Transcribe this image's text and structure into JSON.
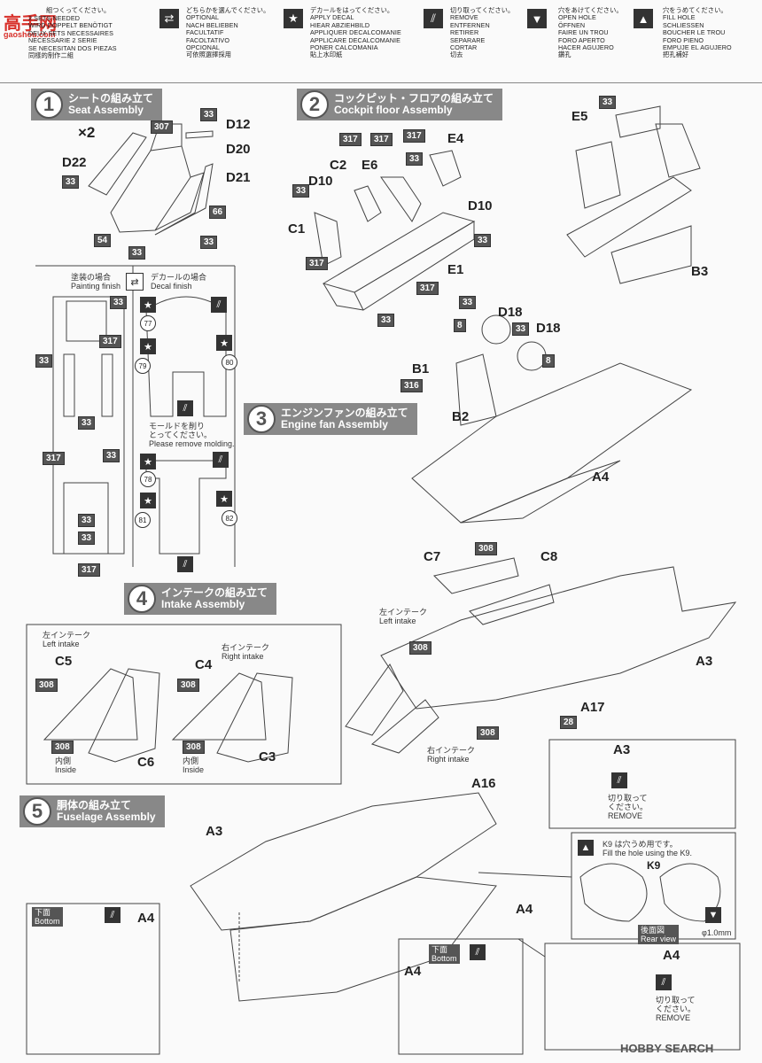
{
  "legend": {
    "sets": "2 SETS NEEDED\nWIRD DOPPELT BENÖTIGT\nDEUX SETS NECESSAIRES\nNECESSARIE 2 SERIE\nSE NECESITAN DOS PIEZAS\n同樣的制作二組",
    "sets_jp": "組つくってください。",
    "optional": "どちらかを選んでください。\nOPTIONAL\nNACH BELIEBEN\nFACULTATIF\nFACOLTATIVO\nOPCIONAL\n可依照選擇採用",
    "decal": "デカールをはってください。\nAPPLY DECAL\nHIEAR ABZIEHBILD\nAPPLIQUER DECALCOMANIE\nAPPLICARE DECALCOMANIE\nPONER CALCOMANIA\n貼上水印紙",
    "remove": "切り取ってください。\nREMOVE\nENTFERNEN\nRETIRER\nSEPARARE\nCORTAR\n切去",
    "open": "穴をあけてください。\nOPEN HOLE\nÖFFNEN\nFAIRE UN TROU\nFORO APERTO\nHACER AGUJERO\n鑽孔",
    "fill": "穴をうめてください。\nFILL HOLE\nSCHLIESSEN\nBOUCHER LE TROU\nFORO PIENO\nEMPUJE EL AGUJERO\n把孔補好"
  },
  "steps": {
    "s1": {
      "num": "1",
      "jp": "シートの組み立て",
      "en": "Seat Assembly"
    },
    "s2": {
      "num": "2",
      "jp": "コックピット・フロアの組み立て",
      "en": "Cockpit floor Assembly"
    },
    "s3": {
      "num": "3",
      "jp": "エンジンファンの組み立て",
      "en": "Engine fan Assembly"
    },
    "s4": {
      "num": "4",
      "jp": "インテークの組み立て",
      "en": "Intake Assembly"
    },
    "s5": {
      "num": "5",
      "jp": "胴体の組み立て",
      "en": "Fuselage Assembly"
    }
  },
  "parts": {
    "x2": "×2",
    "D12": "D12",
    "D20": "D20",
    "D21": "D21",
    "D22": "D22",
    "C1": "C1",
    "C2": "C2",
    "D10a": "D10",
    "D10b": "D10",
    "E6": "E6",
    "E4": "E4",
    "E1": "E1",
    "E5": "E5",
    "B3": "B3",
    "D18a": "D18",
    "D18b": "D18",
    "B1": "B1",
    "B2": "B2",
    "A4a": "A4",
    "C7": "C7",
    "C8": "C8",
    "A3a": "A3",
    "A17": "A17",
    "C5": "C5",
    "C4": "C4",
    "C6": "C6",
    "C3": "C3",
    "A16": "A16",
    "A3b": "A3",
    "A4b": "A4",
    "A4c": "A4",
    "A4d": "A4",
    "A3c": "A3",
    "A4e": "A4",
    "K9": "K9"
  },
  "colors": {
    "c33": "33",
    "c307": "307",
    "c66": "66",
    "c54": "54",
    "c317": "317",
    "c316": "316",
    "c8": "8",
    "c308": "308",
    "c28": "28"
  },
  "texts": {
    "painting": "塗装の場合\nPainting finish",
    "decal_case": "デカールの場合\nDecal finish",
    "molding": "モールドを削り\nとってください。\nPlease remove molding.",
    "left_intake": "左インテーク\nLeft intake",
    "right_intake": "右インテーク\nRight intake",
    "inside1": "内側\nInside",
    "inside2": "内側\nInside",
    "bottom1": "下面\nBottom",
    "bottom2": "下面\nBottom",
    "remove1": "切り取って\nください。\nREMOVE",
    "remove2": "切り取って\nください。\nREMOVE",
    "k9_note": "K9 は穴うめ用です。\nFill the hole using the K9.",
    "rear_view": "後面図\nRear view",
    "dia": "φ1.0mm",
    "d77": "77",
    "d78": "78",
    "d79": "79",
    "d80": "80",
    "d81": "81",
    "d82": "82"
  },
  "watermarks": {
    "top_left": "高手网",
    "top_left_sub": "gaoshou.com",
    "bottom": "HOBBY SEARCH"
  }
}
